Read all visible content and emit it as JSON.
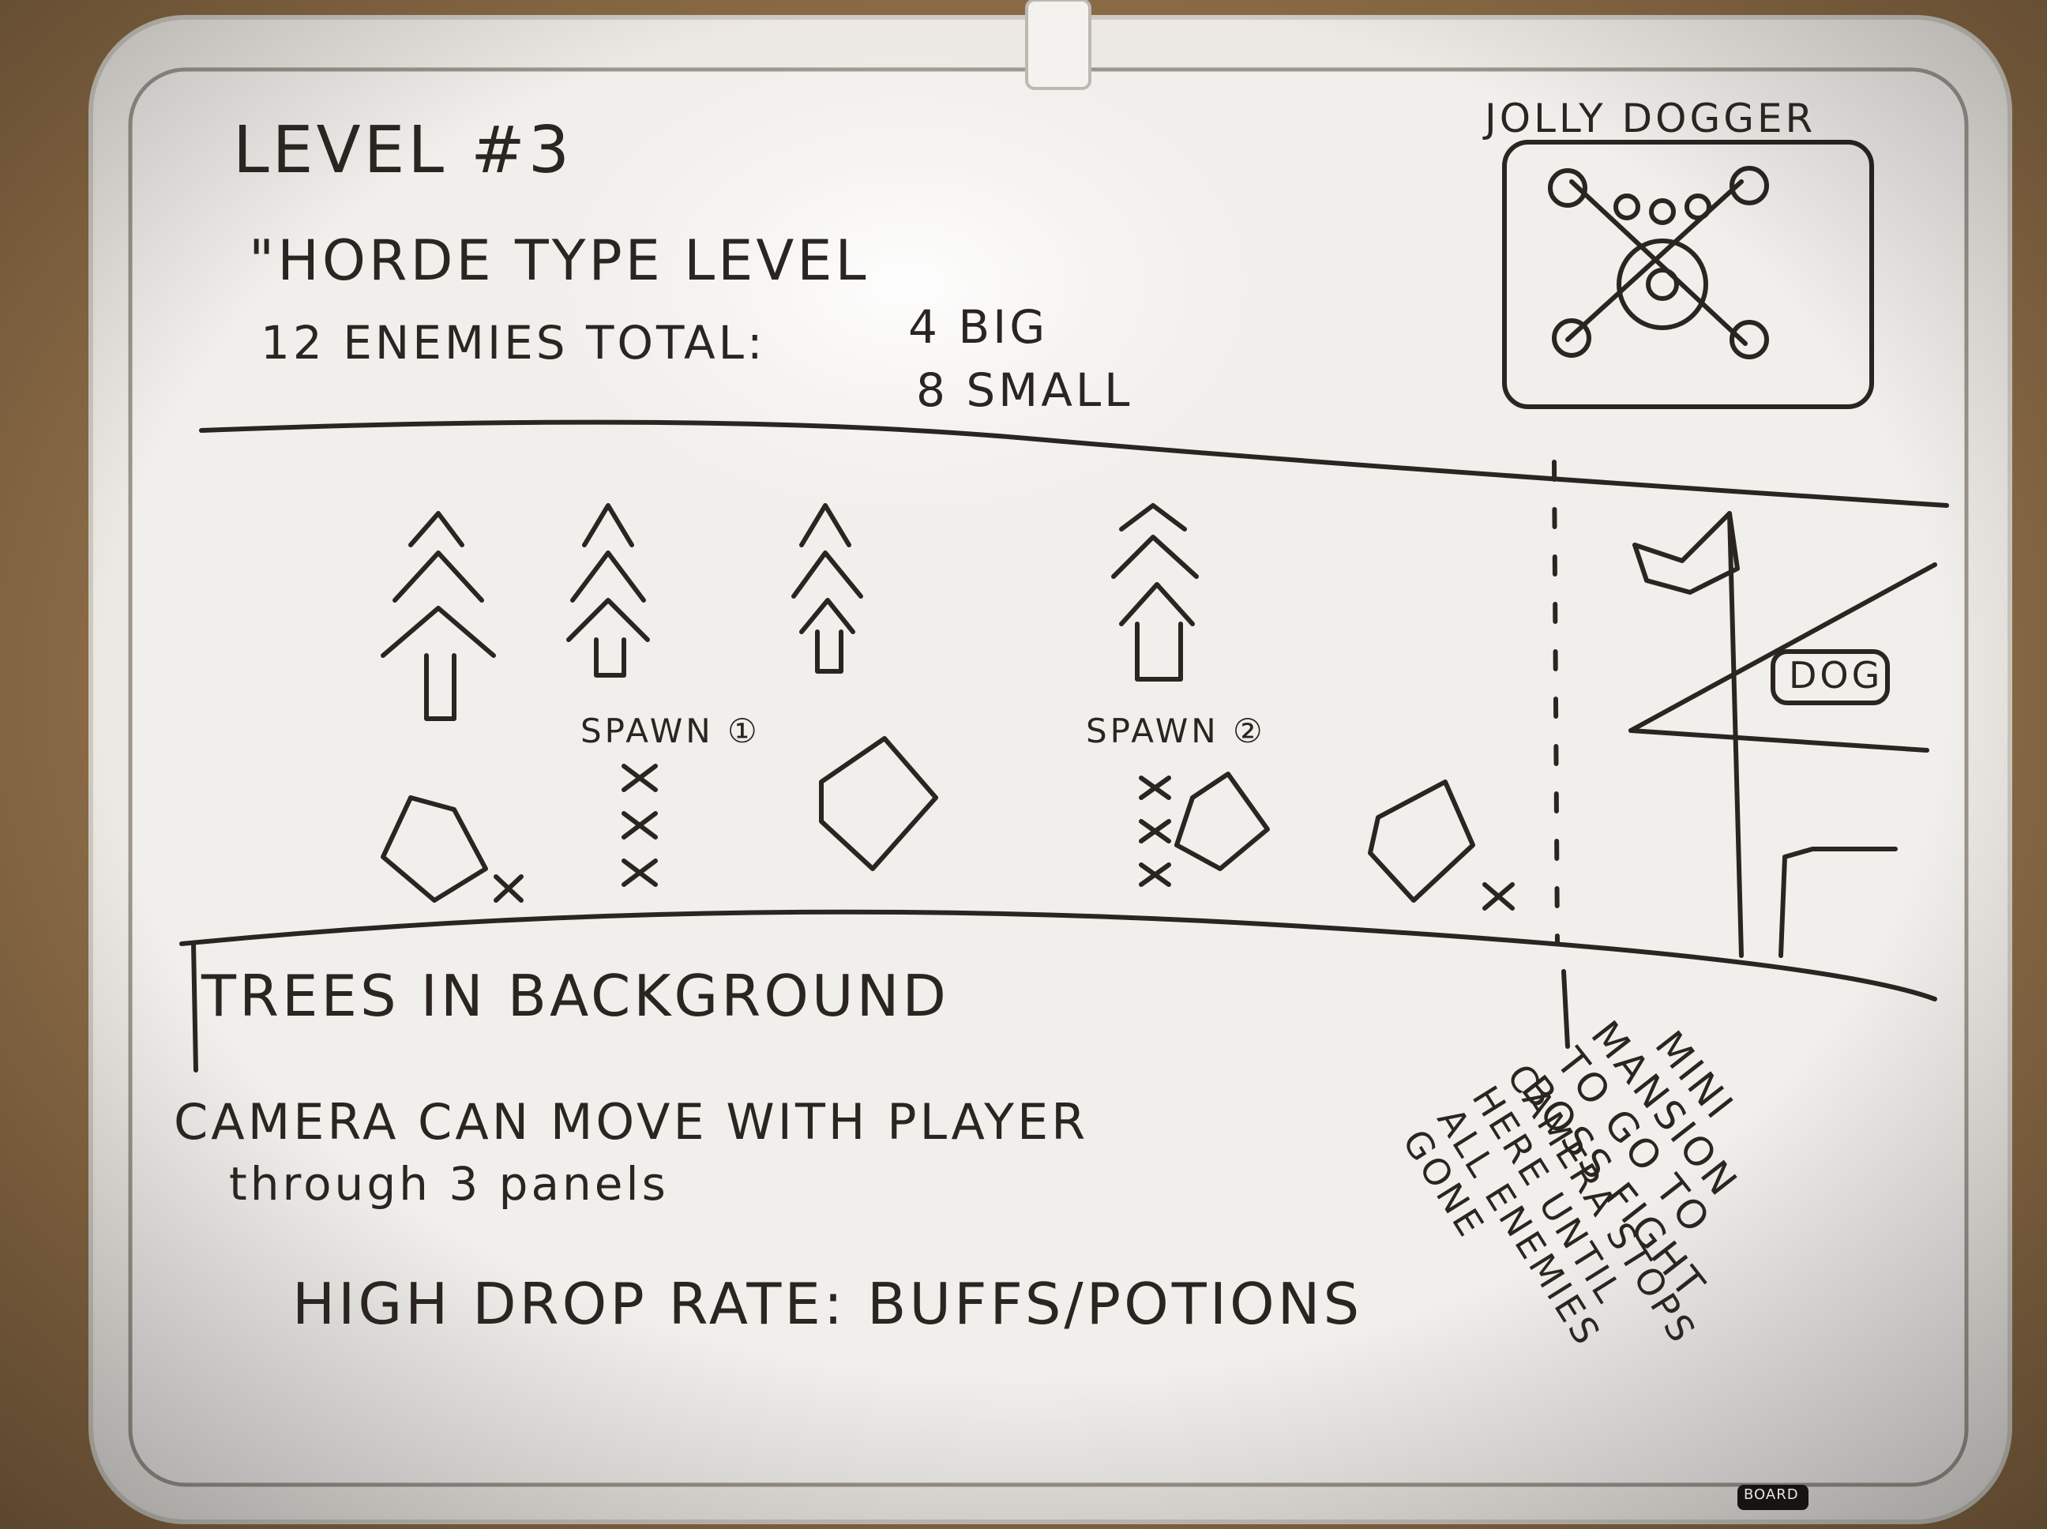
{
  "photo": {
    "subject": "whiteboard",
    "colors": {
      "cork": "#8a6a45",
      "frame": "#ece9e4",
      "board": "#f1efec",
      "ink": "#2a2520"
    }
  },
  "whiteboard": {
    "title": "LEVEL #3",
    "subtitle": "\"HORDE TYPE LEVEL",
    "enemies_line": "12 ENEMIES TOTAL:",
    "enemies_big": "4 BIG",
    "enemies_small": "8 SMALL",
    "logo": {
      "name": "JOLLY DOGGER",
      "icon": "skull-and-crossbones"
    },
    "scene": {
      "spawn_1": "SPAWN ①",
      "spawn_2": "SPAWN ②",
      "sign_label": "DOG",
      "tree_count": 4,
      "enemy_marker": "X"
    },
    "notes": {
      "trees": "TREES IN BACKGROUND",
      "camera_line_1": "CAMERA CAN MOVE WITH PLAYER",
      "camera_line_2": "through 3 panels",
      "drop_rate": "HIGH DROP RATE: BUFFS/POTIONS"
    },
    "side_notes": {
      "mansion_1": "MINI",
      "mansion_2": "MANSION",
      "mansion_3": "TO GO TO",
      "mansion_4": "BOSS FIGHT",
      "camera_1": "CAMERA STOPS",
      "camera_2": "HERE UNTIL",
      "camera_3": "ALL ENEMIES",
      "camera_4": "GONE"
    },
    "brand": "BOARD"
  }
}
